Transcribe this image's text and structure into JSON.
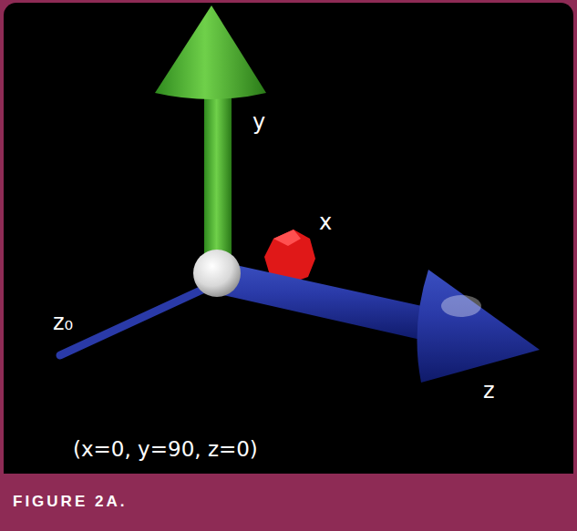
{
  "diagram": {
    "caption": "FIGURE 2A.",
    "labels": [
      "y",
      "x",
      "z₀",
      "z",
      "(x=0, y=90, z=0)"
    ]
  }
}
